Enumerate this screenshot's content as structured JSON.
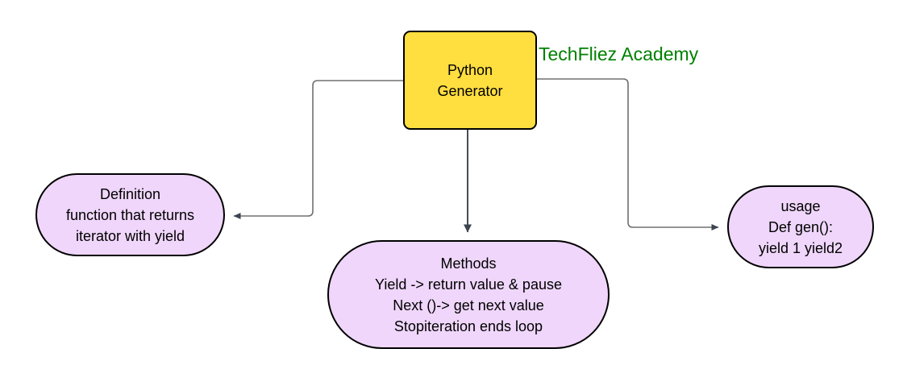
{
  "diagram": {
    "type": "flowchart",
    "background_color": "#ffffff",
    "brand": {
      "label": "TechFliez Academy",
      "color": "#008000"
    },
    "nodes": [
      {
        "id": "root",
        "shape": "rounded-rect",
        "fill": "#FFDE3F",
        "stroke": "#000000",
        "lines": [
          "Python",
          "Generator"
        ]
      },
      {
        "id": "definition",
        "shape": "stadium",
        "fill": "#EFD6FA",
        "stroke": "#000000",
        "lines": [
          "Definition",
          "function that returns",
          "iterator with yield"
        ]
      },
      {
        "id": "methods",
        "shape": "stadium",
        "fill": "#EFD6FA",
        "stroke": "#000000",
        "lines": [
          "Methods",
          "Yield -> return value & pause",
          "Next ()-> get next value",
          "Stopiteration ends loop"
        ]
      },
      {
        "id": "usage",
        "shape": "stadium",
        "fill": "#EFD6FA",
        "stroke": "#000000",
        "lines": [
          "usage",
          "Def gen():",
          "yield 1 yield2"
        ]
      }
    ],
    "edges": [
      {
        "id": "root-to-definition",
        "from": "root",
        "to": "definition",
        "style": "orthogonal",
        "color": "#707070",
        "arrow": "left"
      },
      {
        "id": "root-to-methods",
        "from": "root",
        "to": "methods",
        "style": "straight",
        "color": "#333840",
        "arrow": "down"
      },
      {
        "id": "root-to-usage",
        "from": "root",
        "to": "usage",
        "style": "orthogonal",
        "color": "#707070",
        "arrow": "right"
      }
    ]
  }
}
